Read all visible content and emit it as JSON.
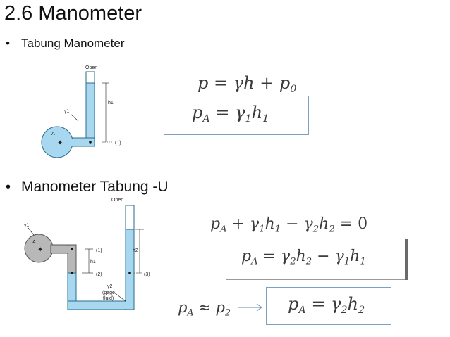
{
  "slide": {
    "title": "2.6 Manometer",
    "bullet_1": "Tabung Manometer",
    "bullet_2": "Manometer Tabung -U",
    "bullet_symbol": "•"
  },
  "figure_1": {
    "open_label": "Open",
    "point_A": "A",
    "gamma_label": "γ1",
    "h_label": "h1",
    "point_label": "(1)",
    "fluid_color": "#a8d8f0",
    "tube_outline": "#2a6b8e"
  },
  "figure_2": {
    "open_label": "Open",
    "point_A": "A",
    "gamma1_label": "γ1",
    "h1_label": "h1",
    "h2_label": "h2",
    "label_1": "(1)",
    "label_2": "(2)",
    "label_3": "(3)",
    "gamma2_label": "γ2",
    "gage_label": "(gage",
    "fluid_label": "fluid)",
    "gas_color": "#b8b8b8",
    "fluid_color": "#a8d8f0"
  },
  "equations": {
    "eq1": "p = γh + p0",
    "eq2": "pA = γ1h1",
    "eq3": "pA + γ1h1 − γ2h2 = 0",
    "eq4": "pA = γ2h2 − γ1h1",
    "eq5_left": "pA ≈ p2",
    "eq5_right": "pA = γ2h2"
  }
}
